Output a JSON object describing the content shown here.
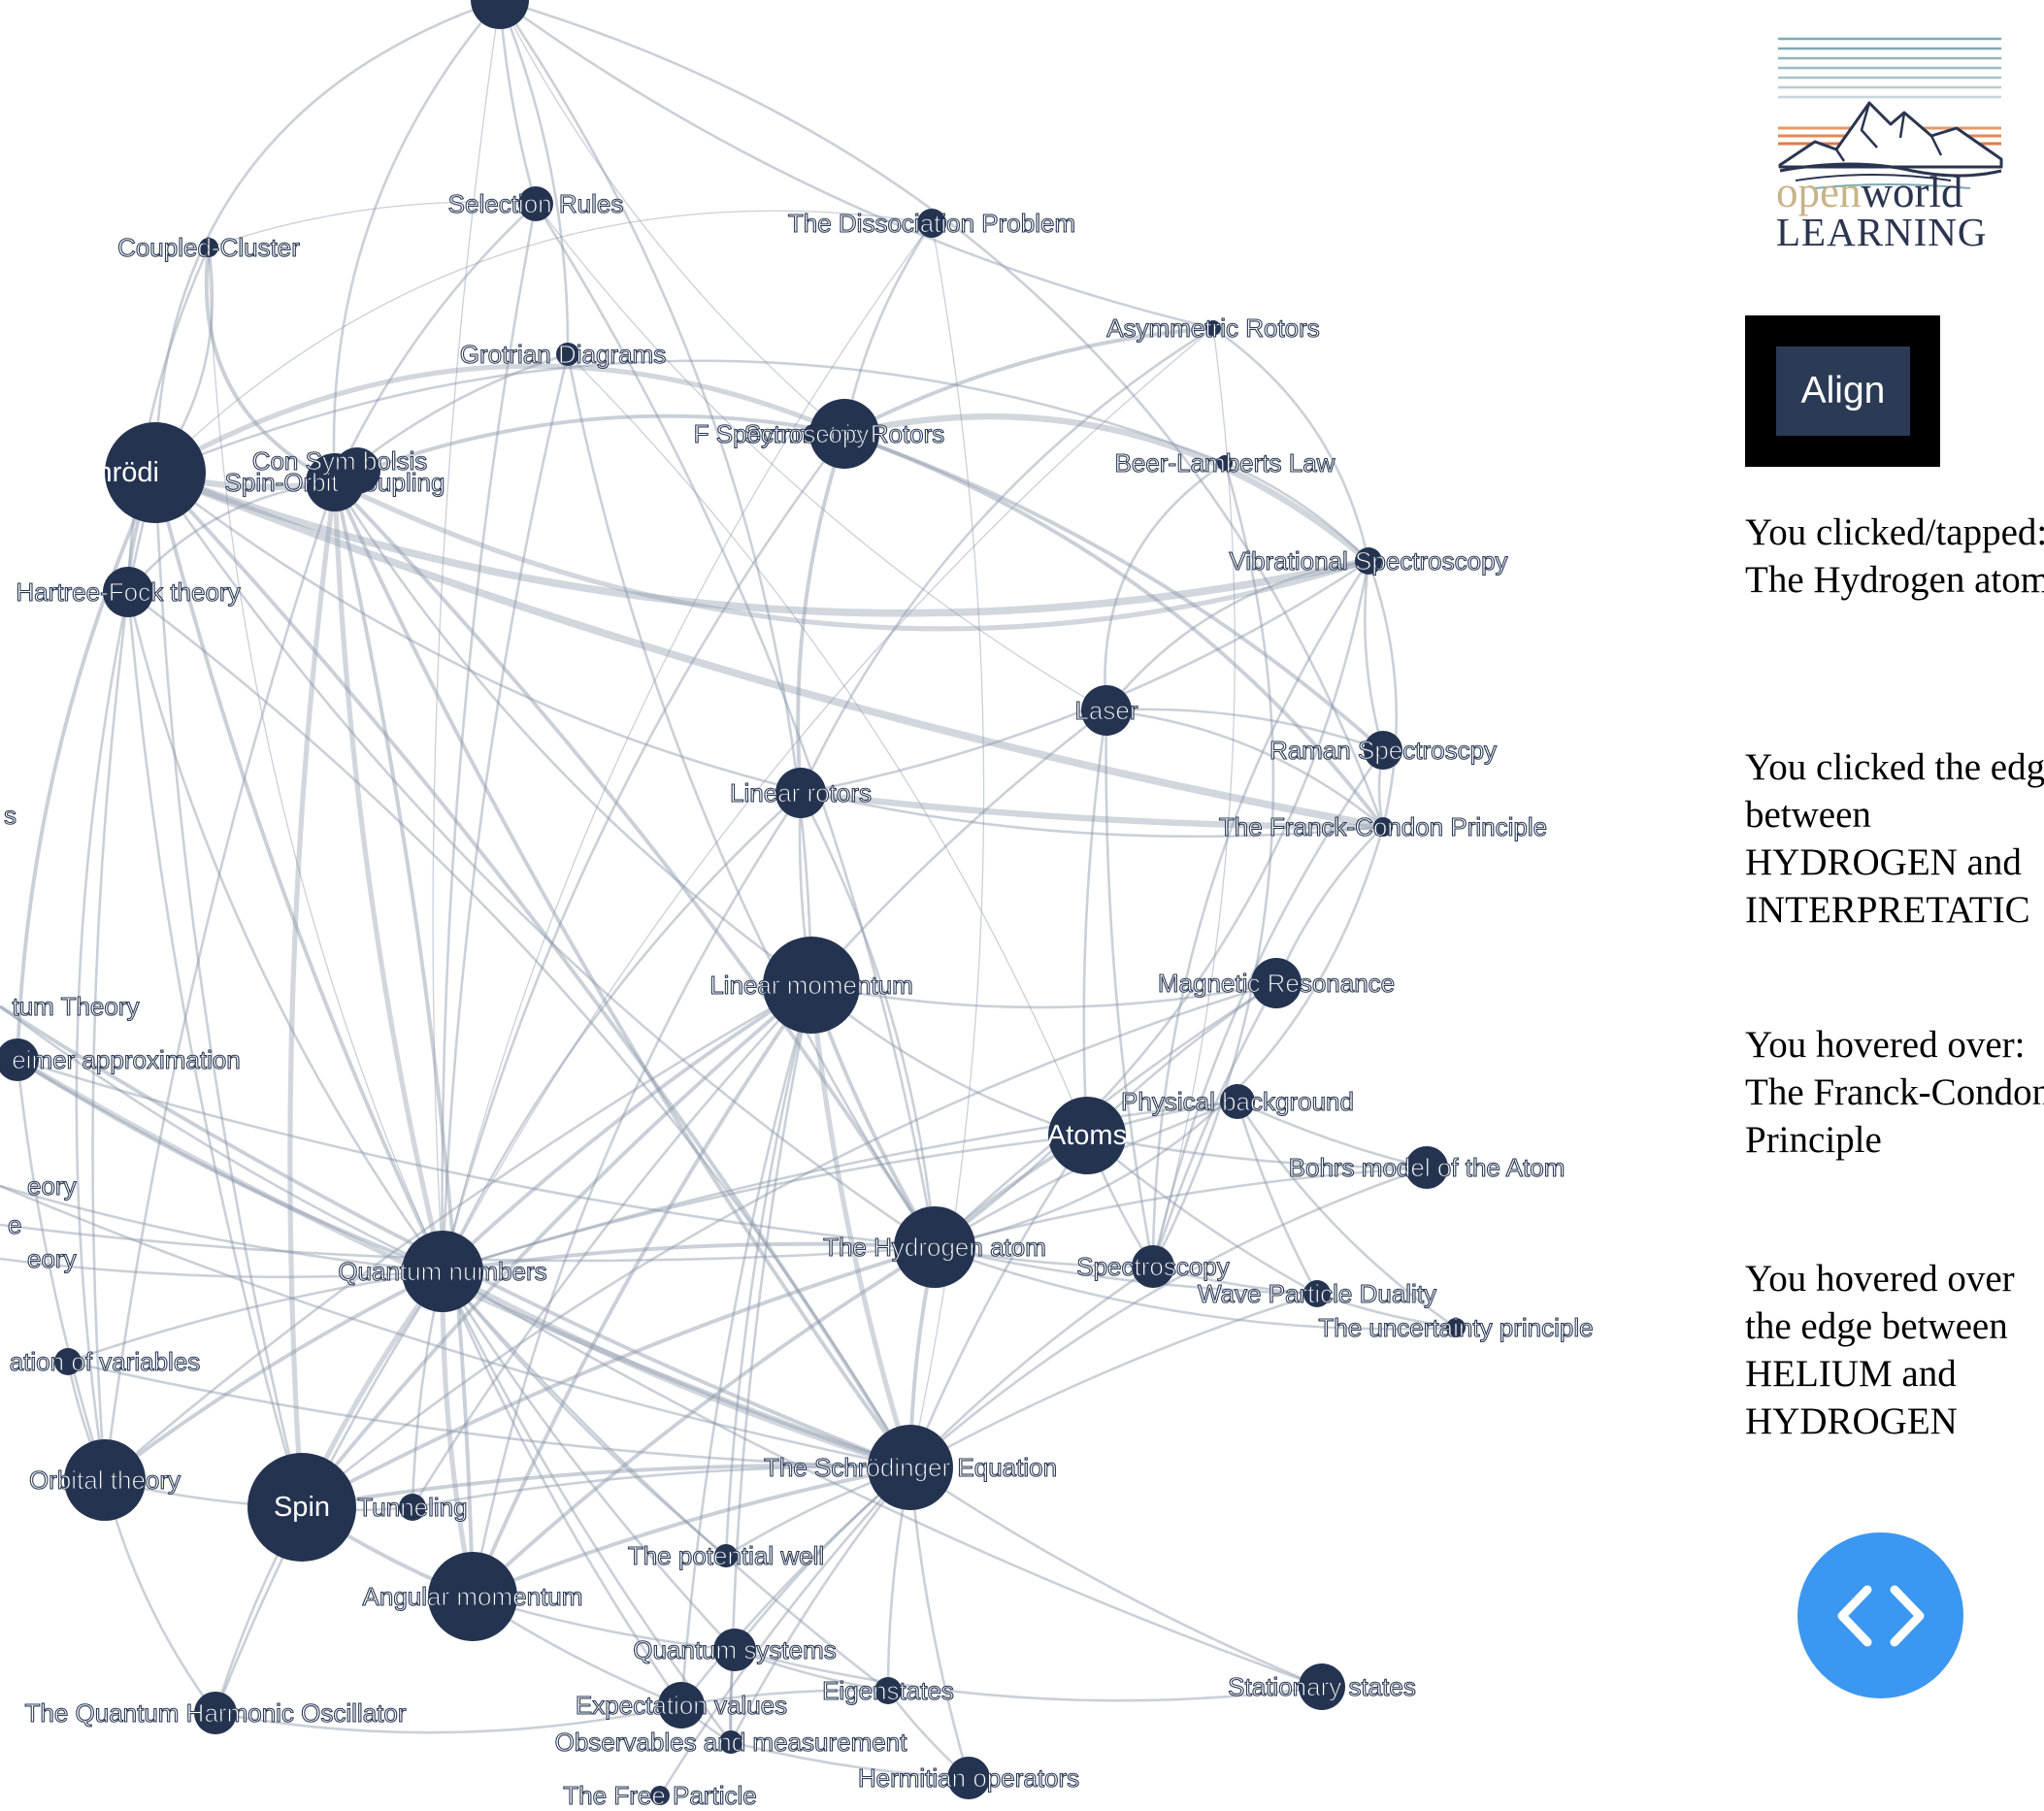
{
  "graph": {
    "nodes": [
      {
        "id": "top",
        "label": ""
      },
      {
        "id": "selection_rules",
        "label": "Selection Rules"
      },
      {
        "id": "dissociation",
        "label": "The Dissociation Problem"
      },
      {
        "id": "coupled_cluster",
        "label": "Coupled-Cluster"
      },
      {
        "id": "asym_rotors",
        "label": "Asymmetric Rotors"
      },
      {
        "id": "grotrian",
        "label": "Grotrian Diagrams"
      },
      {
        "id": "sym_rotors",
        "label": "Symmetric Rotors"
      },
      {
        "id": "fspectroscopy",
        "label": "F Spectroscopy"
      },
      {
        "id": "beer_lamberts",
        "label": "Beer-Lamberts Law"
      },
      {
        "id": "electronic_schrod",
        "label": "ectronic Schrödi"
      },
      {
        "id": "spin_orbit",
        "label": "Spin-Orbit Coupling"
      },
      {
        "id": "symbolsis",
        "label": "Con Sym bolsis"
      },
      {
        "id": "vib_spec",
        "label": "Vibrational Spectroscopy"
      },
      {
        "id": "hartree_fock",
        "label": "Hartree-Fock theory"
      },
      {
        "id": "laser",
        "label": "Laser"
      },
      {
        "id": "raman",
        "label": "Raman Spectroscpy"
      },
      {
        "id": "linear_rotors",
        "label": "Linear rotors"
      },
      {
        "id": "franck_condon",
        "label": "The Franck-Condon Principle"
      },
      {
        "id": "edge_s",
        "label": "s"
      },
      {
        "id": "linear_momentum",
        "label": "Linear momentum"
      },
      {
        "id": "magnetic_res",
        "label": "Magnetic Resonance"
      },
      {
        "id": "quantum_theory",
        "label": "tum Theory"
      },
      {
        "id": "born_oppenheimer",
        "label": "eimer approximation"
      },
      {
        "id": "physical_bg",
        "label": "Physical background"
      },
      {
        "id": "atoms",
        "label": "Atoms"
      },
      {
        "id": "bohrs_model",
        "label": "Bohrs model of the Atom"
      },
      {
        "id": "eory1",
        "label": "eory"
      },
      {
        "id": "e_frag",
        "label": "e"
      },
      {
        "id": "eory2",
        "label": "eory"
      },
      {
        "id": "hydrogen_atom",
        "label": "The Hydrogen atom"
      },
      {
        "id": "spectroscopy",
        "label": "Spectroscopy"
      },
      {
        "id": "quantum_numbers",
        "label": "Quantum numbers"
      },
      {
        "id": "wave_particle",
        "label": "Wave Particle Duality"
      },
      {
        "id": "uncertainty",
        "label": "The uncertainty principle"
      },
      {
        "id": "sep_vars",
        "label": "ation of variables"
      },
      {
        "id": "orbital_theory",
        "label": "Orbital theory"
      },
      {
        "id": "schrod_eq",
        "label": "The Schrödinger Equation"
      },
      {
        "id": "spin",
        "label": "Spin"
      },
      {
        "id": "tunneling",
        "label": "Tunneling"
      },
      {
        "id": "potential_well",
        "label": "The potential well"
      },
      {
        "id": "angular_momentum",
        "label": "Angular momentum"
      },
      {
        "id": "quantum_systems",
        "label": "Quantum systems"
      },
      {
        "id": "stationary_states",
        "label": "Stationary states"
      },
      {
        "id": "eigenstates",
        "label": "Eigenstates"
      },
      {
        "id": "expectation",
        "label": "Expectation values"
      },
      {
        "id": "qho",
        "label": "The Quantum Harmonic Oscillator"
      },
      {
        "id": "observables",
        "label": "Observables and measurement"
      },
      {
        "id": "hermitian",
        "label": "Hermitian operators"
      },
      {
        "id": "free_particle",
        "label": "The Free Particle"
      }
    ]
  },
  "sidebar": {
    "logo": {
      "word_open": "open",
      "word_world": "world",
      "word_learning": "LEARNING"
    },
    "align_label": "Align",
    "status_clicked_node": "You clicked/tapped: The Hydrogen atom",
    "status_clicked_edge": "You clicked the edge between HYDROGEN and INTERPRETATIC",
    "status_hovered_node": "You hovered over: The Franck-Condon Principle",
    "status_hovered_edge": "You hovered over the edge between HELIUM and HYDROGEN",
    "embed_icon": "code-brackets-icon"
  },
  "colors": {
    "node": "#243350",
    "edge": "#8a96a8",
    "align_bg": "#2b3a55",
    "embed_bg": "#3b97f0",
    "logo_gold": "#c8b48a",
    "logo_navy": "#2b3550"
  }
}
